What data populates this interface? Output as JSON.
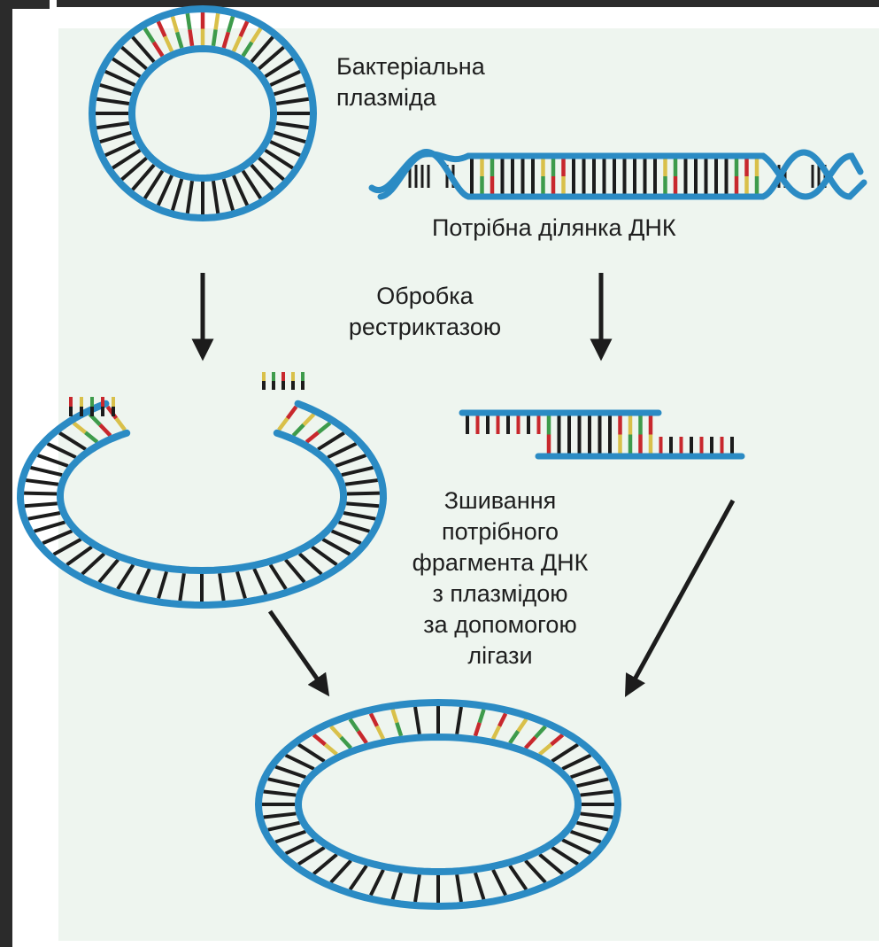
{
  "labels": {
    "plasmid": "Бактеріальна\nплазміда",
    "dna_segment": "Потрібна ділянка ДНК",
    "restriction": "Обробка\nрестриктазою",
    "ligation": "Зшивання\nпотрібного\nфрагмента ДНК\nз плазмідою\nза допомогою\nлігази"
  },
  "colors": {
    "backbone": "#2b8bc4",
    "rung": "#1c1c1c",
    "base_red": "#c8282d",
    "base_yellow": "#d9c04a",
    "base_green": "#3e9b4b",
    "arrow": "#1c1c1c",
    "panel": "#eef5ef",
    "frame": "#2b2b2b"
  }
}
